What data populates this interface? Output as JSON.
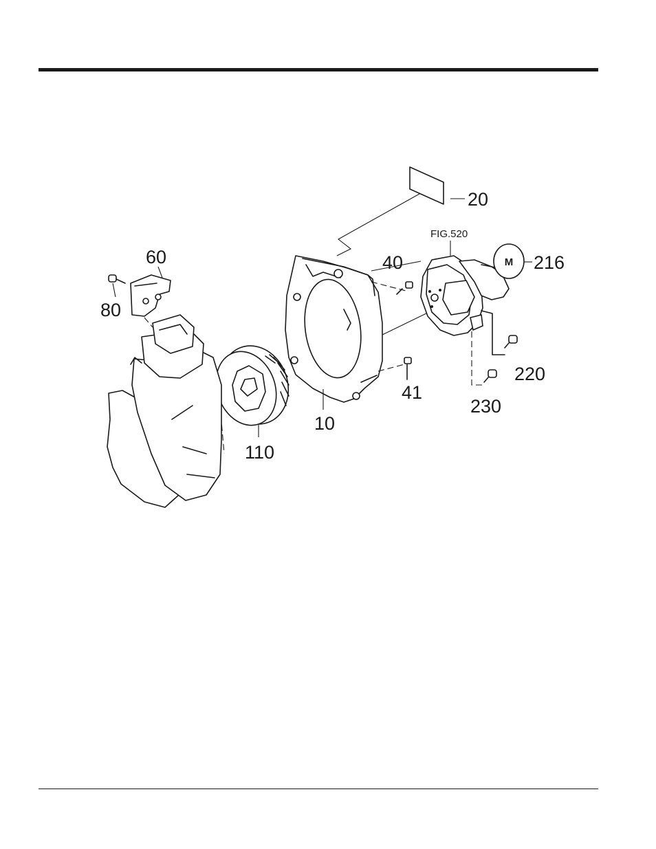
{
  "labels": {
    "p20": "20",
    "fig520": "FIG.520",
    "p216": "216",
    "p60": "60",
    "p40": "40",
    "p80": "80",
    "p220": "220",
    "p41": "41",
    "p230": "230",
    "p10": "10",
    "p110": "110"
  },
  "emblem_letter": "M"
}
